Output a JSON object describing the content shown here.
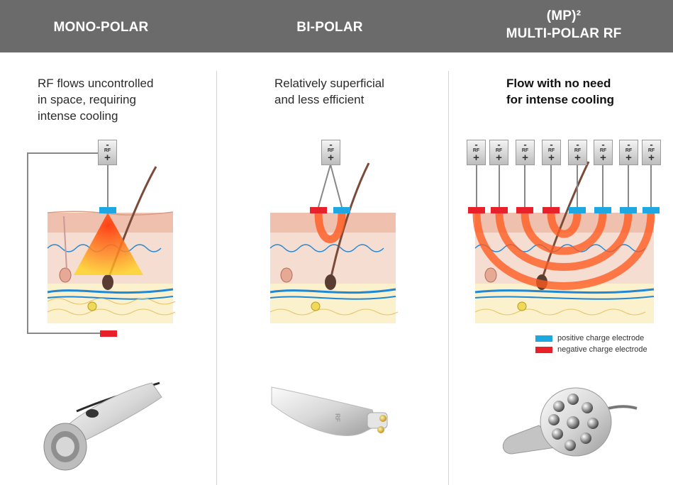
{
  "header": {
    "col1_title": "MONO-POLAR",
    "col2_title": "BI-POLAR",
    "col3_title_line1": "(MP)²",
    "col3_title_line2": "MULTI-POLAR RF"
  },
  "columns": [
    {
      "description": "RF flows uncontrolled\nin space, requiring\nintense cooling"
    },
    {
      "description": "Relatively superficial\nand less efficient"
    },
    {
      "description": "Flow with no need\nfor intense cooling"
    }
  ],
  "rf_box": {
    "minus": "-",
    "label": "RF",
    "plus": "+"
  },
  "legend": {
    "positive": "positive charge electrode",
    "negative": "negative charge electrode"
  },
  "handpieces": {
    "bipolar_text": "RF"
  },
  "colors": {
    "header_bg": "#6b6b6b",
    "positive": "#1ea7e1",
    "negative": "#e8202a",
    "rf_flow": "#ff5a1f",
    "skin": "#f1c6b4",
    "fat": "#fbf1cc",
    "vessel": "#1e88d6"
  }
}
